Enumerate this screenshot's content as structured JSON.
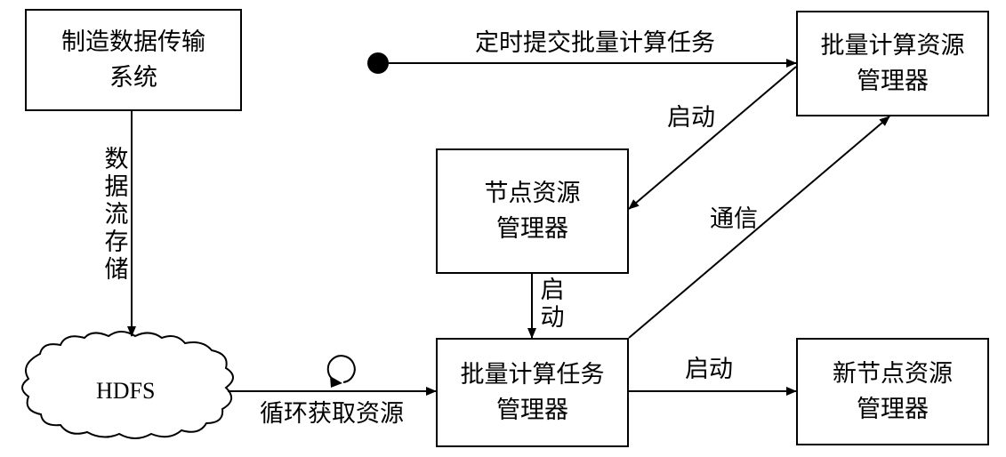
{
  "nodes": {
    "manufacturing_system": {
      "line1": "制造数据传输",
      "line2": "系统"
    },
    "batch_resource_manager": {
      "line1": "批量计算资源",
      "line2": "管理器"
    },
    "node_resource_manager": {
      "line1": "节点资源",
      "line2": "管理器"
    },
    "batch_task_manager": {
      "line1": "批量计算任务",
      "line2": "管理器"
    },
    "new_node_resource_manager": {
      "line1": "新节点资源",
      "line2": "管理器"
    },
    "hdfs": {
      "label": "HDFS"
    }
  },
  "edges": {
    "scheduled_submit": "定时提交批量计算任务",
    "data_stream_storage": [
      "数",
      "据",
      "流",
      "存",
      "储"
    ],
    "start_node_manager": "启动",
    "communication": "通信",
    "start_task_manager": [
      "启",
      "动"
    ],
    "loop_fetch_resource": "循环获取资源",
    "start_new_node": "启动"
  }
}
